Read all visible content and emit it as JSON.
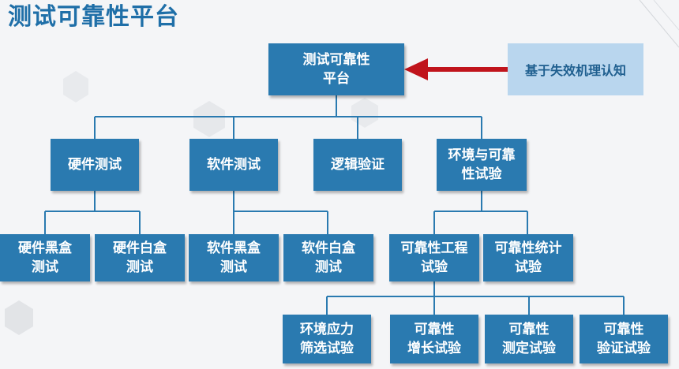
{
  "title": "测试可靠性平台",
  "annotation": "基于失效机理认知",
  "colors": {
    "title": "#1f6fa8",
    "node_fill": "#2a7ab0",
    "note_fill": "#b9d6ee",
    "arrow": "#c0141c",
    "connector": "#2a7ab0"
  },
  "tree": {
    "root": "测试可靠性\n平台",
    "level1": {
      "hardware": "硬件测试",
      "software": "软件测试",
      "logic": "逻辑验证",
      "env": "环境与可靠\n性试验"
    },
    "level2": {
      "hw_black": "硬件黑盒\n测试",
      "hw_white": "硬件白盒\n测试",
      "sw_black": "软件黑盒\n测试",
      "sw_white": "软件白盒\n测试",
      "rel_eng": "可靠性工程\n试验",
      "rel_stat": "可靠性统计\n试验"
    },
    "level3": {
      "stress": "环境应力\n筛选试验",
      "growth": "可靠性\n增长试验",
      "determ": "可靠性\n测定试验",
      "verify": "可靠性\n验证试验"
    }
  }
}
